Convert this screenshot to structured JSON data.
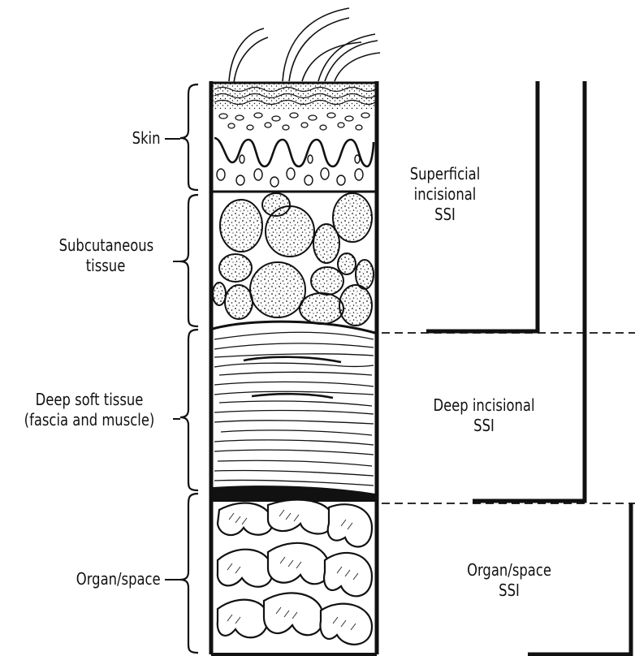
{
  "layers": [
    {
      "label_lines": [
        "Skin"
      ]
    },
    {
      "label_lines": [
        "Subcutaneous",
        "tissue"
      ]
    },
    {
      "label_lines": [
        "Deep soft tissue",
        "(fascia and muscle)"
      ]
    },
    {
      "label_lines": [
        "Organ/space"
      ]
    }
  ],
  "ssi_categories": [
    {
      "label_lines": [
        "Superficial",
        "incisional",
        "SSI"
      ]
    },
    {
      "label_lines": [
        "Deep incisional",
        "SSI"
      ]
    },
    {
      "label_lines": [
        "Organ/space",
        "SSI"
      ]
    }
  ],
  "colors": {
    "ink": "#111111",
    "background": "#ffffff",
    "tissue_fill": "#ffffff"
  }
}
